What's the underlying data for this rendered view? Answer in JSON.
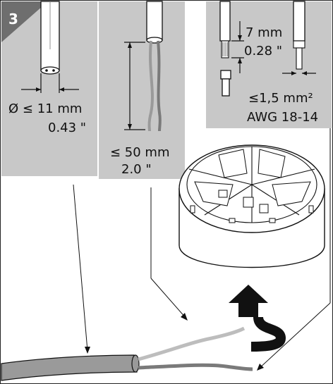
{
  "step": {
    "number": "3"
  },
  "panel1": {
    "diameter_label": "Ø ≤ 11 mm",
    "diameter_inch": "0.43 \""
  },
  "panel2": {
    "length_label": "≤ 50 mm",
    "length_inch": "2.0 \""
  },
  "panel3": {
    "strip_label": "7 mm",
    "strip_inch": "0.28 \"",
    "cross_section": "≤1,5 mm²",
    "awg": "AWG 18-14"
  },
  "colors": {
    "panel": "#c8c8c8",
    "badge": "#6e6e6e",
    "wire_light": "#bdbdbd",
    "wire_dark": "#7a7a7a",
    "cable": "#9a9a9a",
    "arrow": "#111111"
  },
  "icons": [
    "cable-end-icon",
    "stripped-wires-icon",
    "ferrule-icon",
    "connector-housing-icon",
    "insert-arrow-icon"
  ]
}
